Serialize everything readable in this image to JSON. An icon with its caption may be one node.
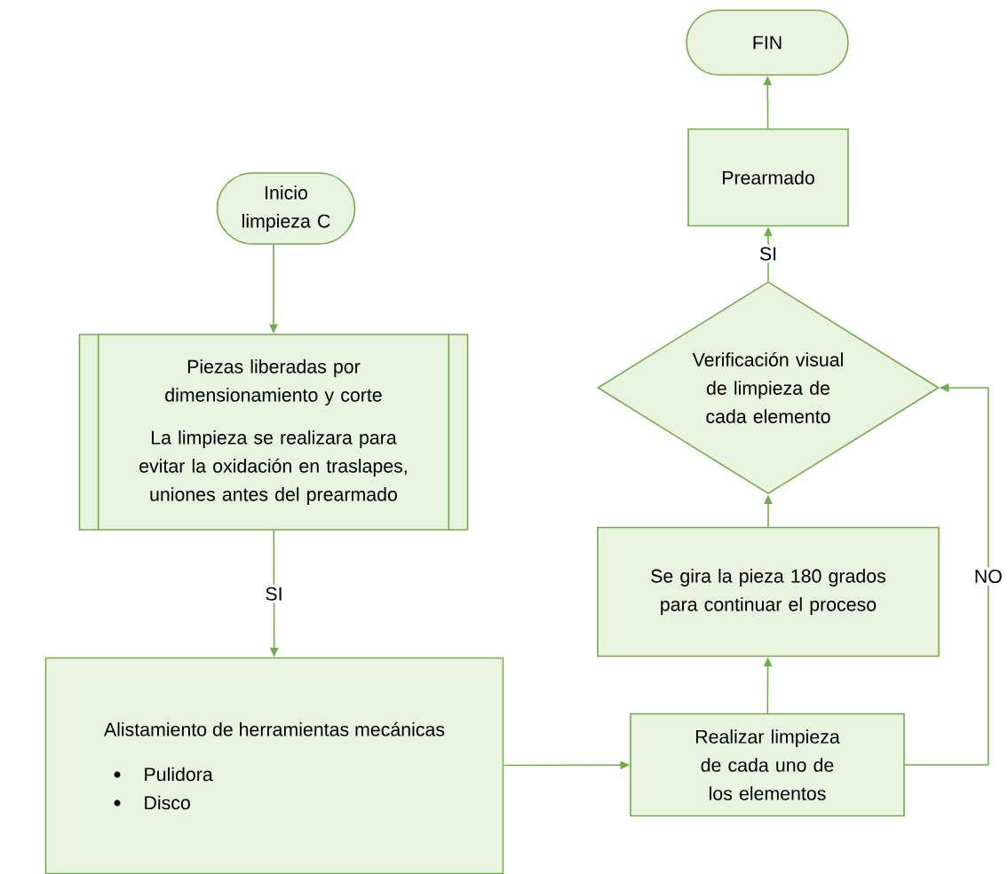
{
  "diagram": {
    "nodes": [
      {
        "text": [
          "Inicio limpieza C"
        ]
      },
      {
        "text": [
          "Piezas liberadas por dimensionamiento y corte",
          "La limpieza se realizara para evitar la oxidación en traslapes, uniones antes del prearmado"
        ]
      },
      {
        "text": [
          "Alistamiento de herramientas mecánicas",
          "Pulidora",
          "Disco"
        ]
      },
      {
        "text": [
          "Realizar limpieza de cada uno de los elementos"
        ]
      },
      {
        "text": [
          "Se gira la pieza 180 grados para continuar el proceso"
        ]
      },
      {
        "text": [
          "Verificación visual de limpieza de cada elemento"
        ]
      },
      {
        "text": [
          "Prearmado"
        ]
      },
      {
        "text": [
          "FIN"
        ]
      }
    ],
    "edges": [
      {
        "from": 0,
        "to": 1,
        "arrow": "to"
      },
      {
        "from": 1,
        "to": 2,
        "arrow": "to",
        "label": "SI"
      },
      {
        "from": 2,
        "to": 3,
        "arrow": "to"
      },
      {
        "from": 3,
        "to": 4,
        "arrow": "to"
      },
      {
        "from": 4,
        "to": 5,
        "arrow": "to"
      },
      {
        "from": 3,
        "to": 5,
        "arrow": "to",
        "label": "NO"
      },
      {
        "from": 5,
        "to": 6,
        "arrow": "to",
        "label": "SI"
      },
      {
        "from": 6,
        "to": 7,
        "arrow": "to"
      }
    ]
  }
}
